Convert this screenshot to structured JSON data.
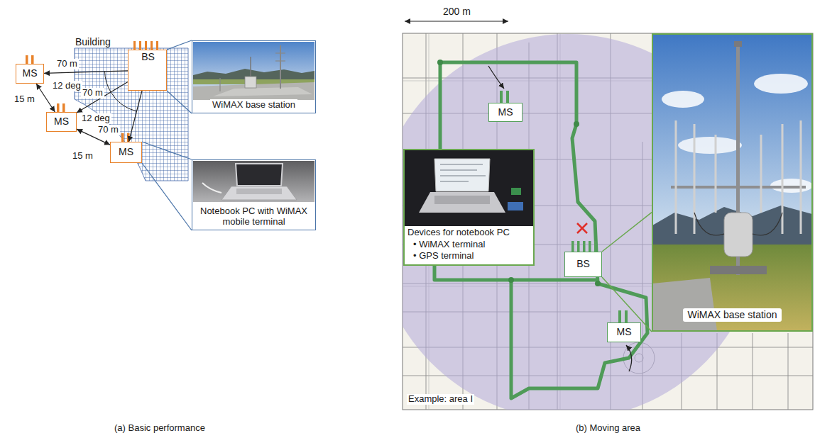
{
  "diagram": {
    "nodes": [
      {
        "text": [
          "Building"
        ]
      },
      {
        "text": [
          "BS"
        ],
        "in": 0
      },
      {
        "text": [
          "WiMAX base station"
        ]
      },
      {
        "text": [
          "MS"
        ]
      },
      {
        "text": [
          "MS"
        ]
      },
      {
        "text": [
          "MS"
        ]
      },
      {
        "text": [
          "Notebook PC with WiMAX mobile terminal"
        ]
      },
      {
        "text": [
          "MS"
        ]
      },
      {
        "text": [
          "Devices for notebook PC",
          "• WiMAX terminal",
          "• GPS terminal"
        ]
      },
      {
        "text": [
          "BS"
        ]
      },
      {
        "text": [
          "MS"
        ]
      },
      {
        "text": [
          "WiMAX base station"
        ]
      }
    ],
    "edges": [
      {
        "from": 1,
        "to": 3,
        "arrow": "to",
        "label": "70 m"
      },
      {
        "from": 1,
        "to": 4,
        "arrow": "to",
        "label": "70 m"
      },
      {
        "from": 1,
        "to": 5,
        "arrow": "to",
        "label": "70 m"
      },
      {
        "from": 3,
        "to": 4,
        "arrow": "both",
        "label": "15 m"
      },
      {
        "from": 4,
        "to": 5,
        "arrow": "both",
        "label": "15 m"
      },
      {
        "from": 1,
        "to": 2,
        "arrow": "none"
      },
      {
        "from": 5,
        "to": 6,
        "arrow": "none"
      },
      {
        "from": 9,
        "to": 11,
        "arrow": "none"
      }
    ],
    "labels": [
      "12 deg",
      "12 deg",
      "200 m",
      "Example: area I",
      "(a) Basic performance",
      "(b) Moving area"
    ]
  }
}
